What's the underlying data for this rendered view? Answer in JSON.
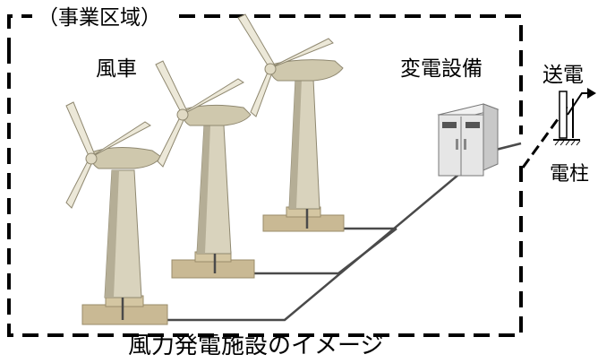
{
  "labels": {
    "project_area": "（事業区域）",
    "wind_turbine": "風車",
    "substation": "変電設備",
    "transmission": "送電",
    "utility_pole": "電柱",
    "caption": "風力発電施設のイメージ"
  },
  "colors": {
    "tower_fill": "#d9d3bd",
    "tower_shade": "#b5ae96",
    "base_fill": "#c9b994",
    "nacelle_fill": "#cfc8ad",
    "blade_fill": "#ece8d8",
    "substation_fill": "#e6e6e6",
    "cable": "#4a4a4a",
    "border": "#000000"
  }
}
